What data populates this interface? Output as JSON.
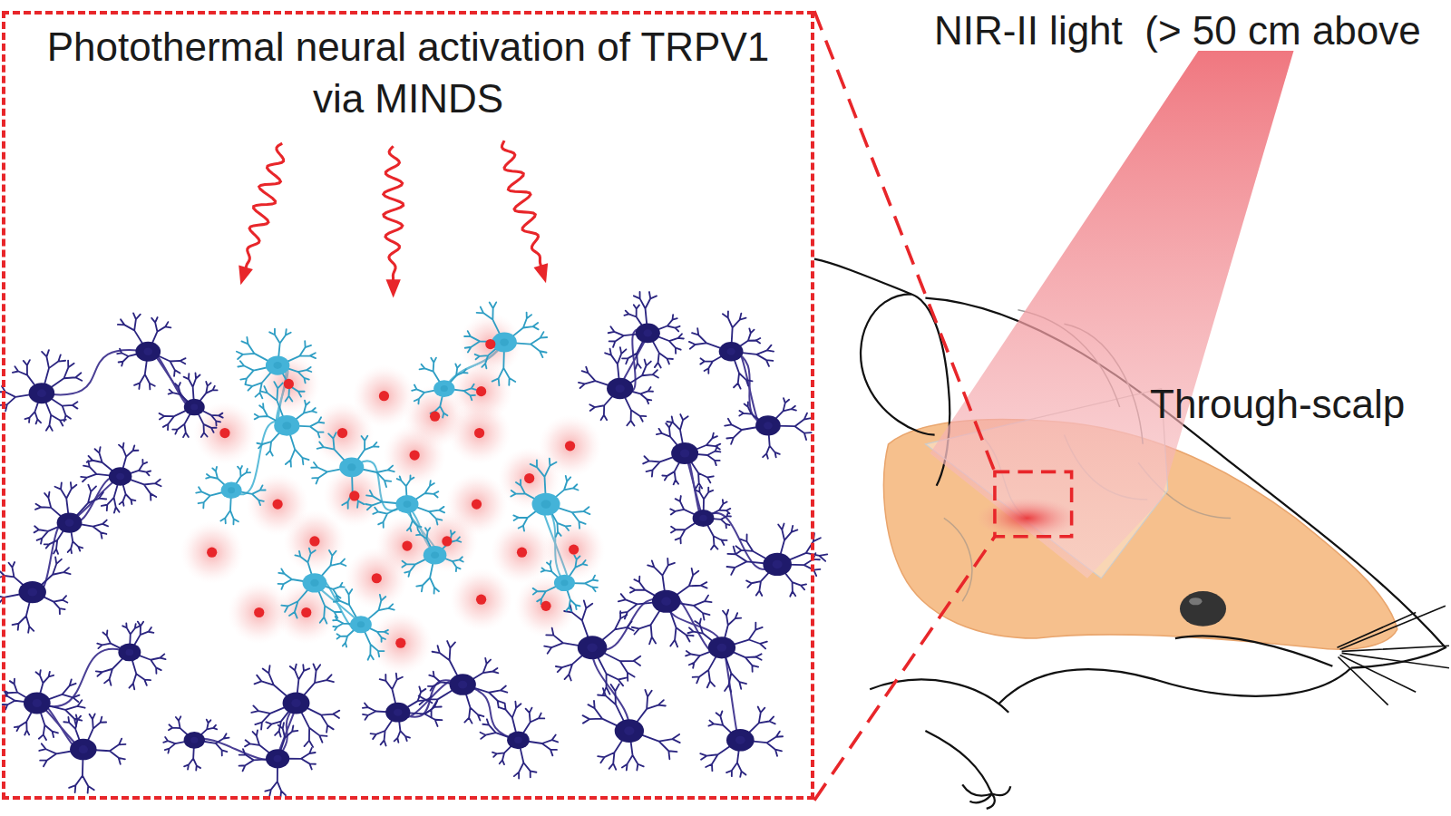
{
  "diagram": {
    "nodes": [
      {
        "text": [
          "Photothermal neural activation of TRPV1 via MINDS"
        ]
      }
    ],
    "labels": [
      "NIR-II light  (> 50 cm above",
      "Through-scalp"
    ]
  }
}
